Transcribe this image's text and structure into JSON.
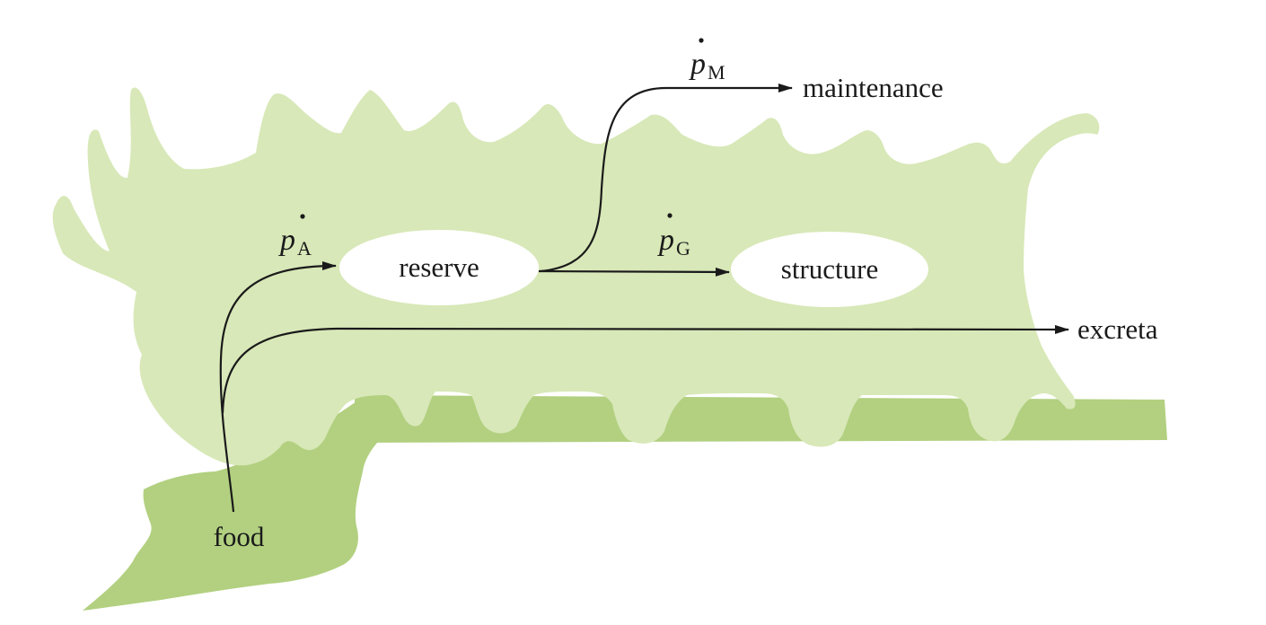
{
  "nodes": {
    "reserve": "reserve",
    "structure": "structure",
    "food": "food",
    "maintenance": "maintenance",
    "excreta": "excreta"
  },
  "fluxes": {
    "assimilation": {
      "symbol": "p",
      "subscript": "A"
    },
    "growth": {
      "symbol": "p",
      "subscript": "G"
    },
    "maintenance": {
      "symbol": "p",
      "subscript": "M"
    }
  },
  "colors": {
    "body": "#d8e8b8",
    "leaf": "#b2d080",
    "stem": "#b2d080",
    "node_fill": "#ffffff",
    "arrow": "#1a1a1a"
  },
  "icons": {
    "organism": "caterpillar-silhouette",
    "leaf": "leaf-silhouette"
  }
}
